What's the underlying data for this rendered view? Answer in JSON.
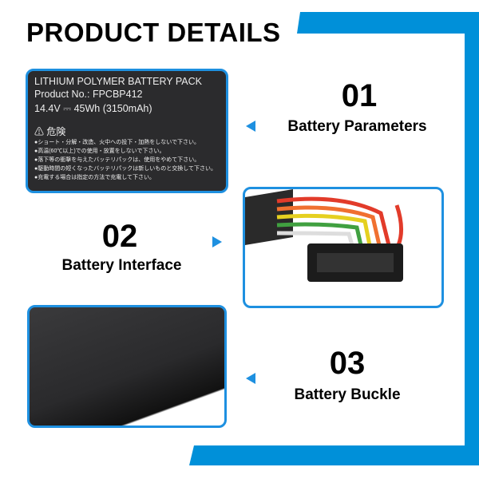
{
  "title": "PRODUCT DETAILS",
  "accent_color": "#0090d9",
  "label": {
    "line1": "LITHIUM POLYMER BATTERY PACK",
    "product_no": "Product No.:  FPCBP412",
    "rating": "14.4V  ⎓  45Wh (3150mAh)",
    "warning_title": "⚠ 危険",
    "warnings": [
      "●ショート・分解・改造、火中への投下・加熱をしないで下さい。",
      "●高温(60℃以上)での使用・放置をしないで下さい。",
      "●落下等の衝撃を与えたバッテリパックは、使用をやめて下さい。",
      "●駆動時間の短くなったバッテリパックは新しいものと交換して下さい。",
      "●充電する場合は指定の方法で充電して下さい。"
    ]
  },
  "features": [
    {
      "number": "01",
      "caption": "Battery Parameters"
    },
    {
      "number": "02",
      "caption": "Battery Interface"
    },
    {
      "number": "03",
      "caption": "Battery Buckle"
    }
  ]
}
